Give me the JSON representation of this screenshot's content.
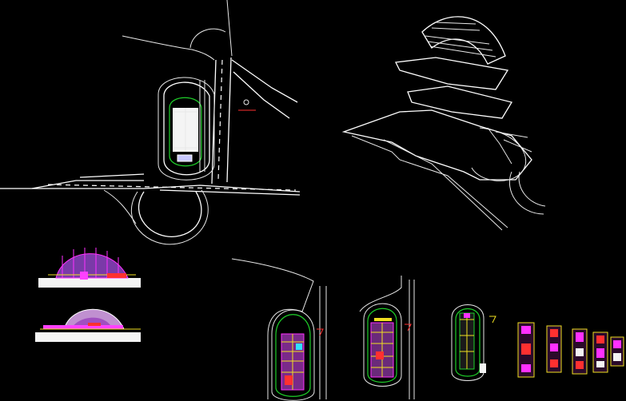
{
  "drawing": {
    "background": "#000000",
    "colors": {
      "line": "#e8e8e8",
      "green": "#1fd02a",
      "magenta": "#ff30ff",
      "yellow": "#f0e020",
      "red": "#ff3030",
      "cyan": "#30e0ff"
    },
    "views": [
      {
        "name": "site-plan"
      },
      {
        "name": "isometric-exploded-view"
      },
      {
        "name": "section-view-1"
      },
      {
        "name": "section-view-2"
      },
      {
        "name": "floor-plan-1"
      },
      {
        "name": "floor-plan-2"
      },
      {
        "name": "floor-plan-3"
      },
      {
        "name": "detail-sheets",
        "count": 5
      }
    ]
  }
}
